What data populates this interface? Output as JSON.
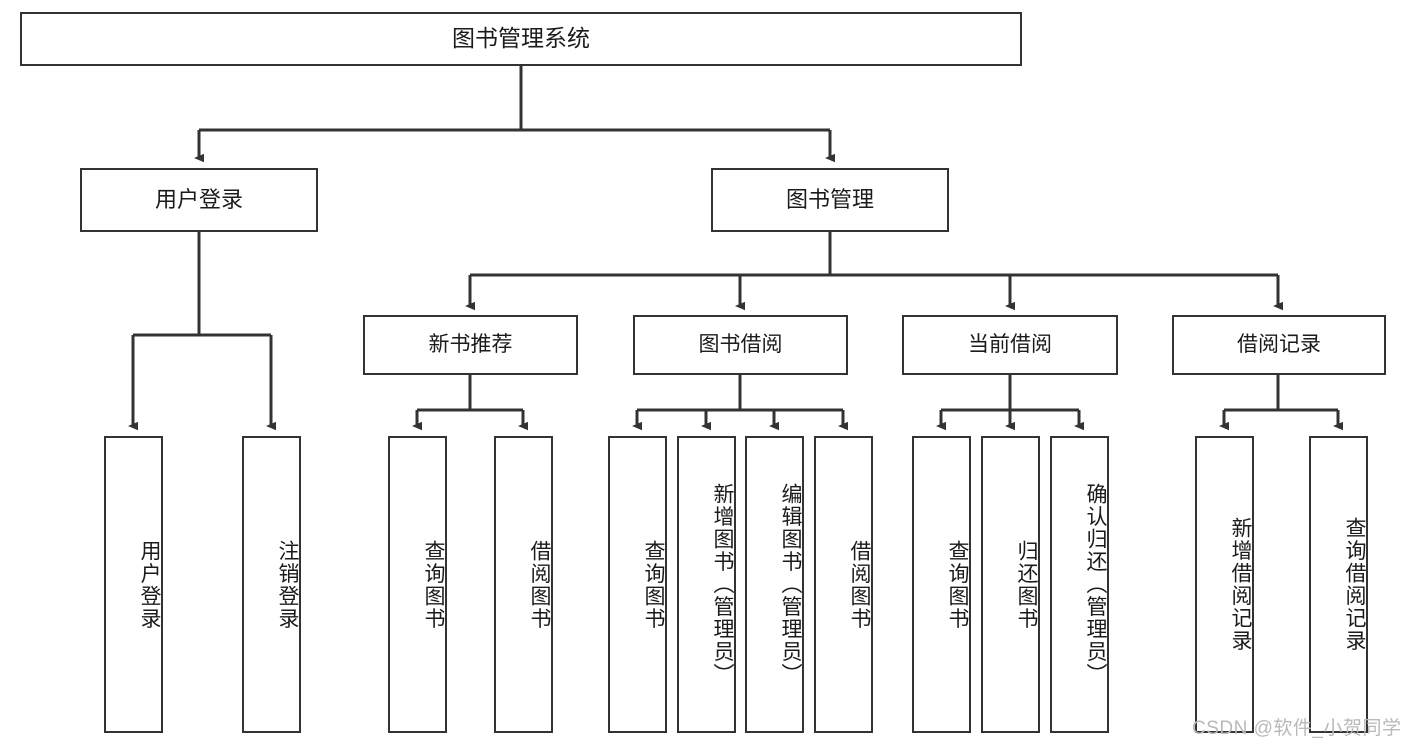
{
  "diagram": {
    "title": "图书管理系统",
    "type": "hierarchy-tree",
    "root": {
      "id": "root",
      "label": "图书管理系统"
    },
    "level2": [
      {
        "id": "user-login",
        "label": "用户登录"
      },
      {
        "id": "book-management",
        "label": "图书管理"
      }
    ],
    "level3": [
      {
        "id": "new-book-recommend",
        "label": "新书推荐"
      },
      {
        "id": "book-borrow",
        "label": "图书借阅"
      },
      {
        "id": "current-borrow",
        "label": "当前借阅"
      },
      {
        "id": "borrow-record",
        "label": "借阅记录"
      }
    ],
    "leaves": {
      "user_login": [
        {
          "id": "leaf-user-login",
          "label": "用户登录"
        },
        {
          "id": "leaf-logout",
          "label": "注销登录"
        }
      ],
      "new_book_recommend": [
        {
          "id": "leaf-query-book-1",
          "label": "查询图书"
        },
        {
          "id": "leaf-borrow-book-1",
          "label": "借阅图书"
        }
      ],
      "book_borrow": [
        {
          "id": "leaf-query-book-2",
          "label": "查询图书"
        },
        {
          "id": "leaf-add-book",
          "label": "新增图书（管理员）"
        },
        {
          "id": "leaf-edit-book",
          "label": "编辑图书（管理员）"
        },
        {
          "id": "leaf-borrow-book-2",
          "label": "借阅图书"
        }
      ],
      "current_borrow": [
        {
          "id": "leaf-query-book-3",
          "label": "查询图书"
        },
        {
          "id": "leaf-return-book",
          "label": "归还图书"
        },
        {
          "id": "leaf-confirm-return",
          "label": "确认归还（管理员）"
        }
      ],
      "borrow_record": [
        {
          "id": "leaf-add-record",
          "label": "新增借阅记录"
        },
        {
          "id": "leaf-query-record",
          "label": "查询借阅记录"
        }
      ]
    }
  },
  "watermark": {
    "text": "CSDN @软件_小贺同学"
  },
  "colors": {
    "background": "#ffffff",
    "box_fill": "#ffffff",
    "box_stroke": "#333333",
    "connector": "#333333",
    "text": "#1b1b1b",
    "watermark": "#b9b9b9"
  }
}
